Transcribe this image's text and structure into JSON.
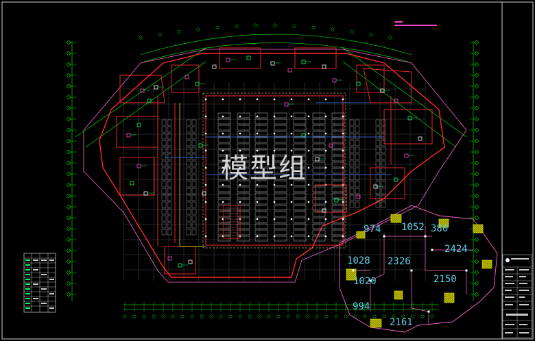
{
  "drawing": {
    "watermark": "模型组",
    "area_labels": [
      "974",
      "1052",
      "380",
      "2424",
      "1028",
      "2326",
      "1020",
      "2150",
      "994",
      "2161"
    ],
    "colors": {
      "background": "#000000",
      "walls": "#ff2a2a",
      "grid": "#00ff00",
      "dimensions": "#5fd0e8",
      "site_boundary": "#ff66cc",
      "columns": "#ffffff",
      "highlight": "#ffff00",
      "equipment_hatch": "#b8b800"
    },
    "title_block": "present",
    "legend_table": "present"
  }
}
